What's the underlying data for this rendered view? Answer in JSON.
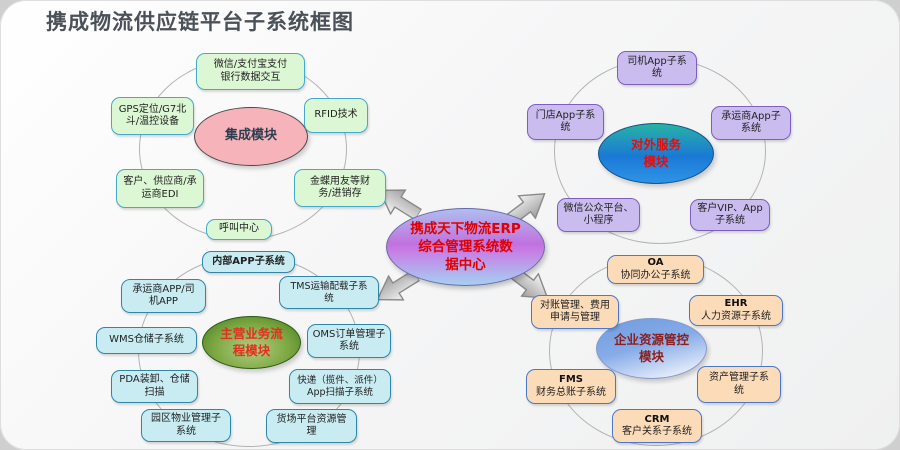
{
  "title": "携成物流供应链平台子系统框图",
  "hub": {
    "label": "携成天下物流ERP\n综合管理系统数\n据中心",
    "text_color": "#e00000"
  },
  "palette": {
    "integration_module_fill": "#f6b3b9",
    "external_module_fill": "#1b79d6",
    "business_module_fill": "#7ca742",
    "resource_module_fill": "#86abe8",
    "green_box_fill": "#dcf7d4",
    "purple_box_fill": "#cabcee",
    "cyan_box_fill": "#c8ecf2",
    "peach_box_fill": "#fcdcb8",
    "hub_gradient_mid": "#c171de"
  },
  "clusters": {
    "integration": {
      "name": "集成模块",
      "boxes": [
        {
          "label": "微信/支付宝支付\n银行数据交互"
        },
        {
          "label": "GPS定位/G7北\n斗/温控设备"
        },
        {
          "label": "RFID技术"
        },
        {
          "label": "客户、供应商/承\n运商EDI"
        },
        {
          "label": "金蝶用友等财\n务/进销存"
        },
        {
          "label": "呼叫中心"
        }
      ]
    },
    "external": {
      "name": "对外服务\n模块",
      "boxes": [
        {
          "label": "司机App子系\n统"
        },
        {
          "label": "门店App子系\n统"
        },
        {
          "label": "承运商App子\n系统"
        },
        {
          "label": "微信公众平台、\n小程序"
        },
        {
          "label": "客户VIP、App\n子系统"
        }
      ]
    },
    "business": {
      "name": "主营业务流\n程模块",
      "boxes": [
        {
          "label": "内部APP子系统"
        },
        {
          "label": "承运商APP/司\n机APP"
        },
        {
          "label": "TMS运输配载子系\n统"
        },
        {
          "label": "WMS仓储子系统"
        },
        {
          "label": "OMS订单管理子\n系统"
        },
        {
          "label": "PDA装卸、仓储\n扫描"
        },
        {
          "label": "快递（揽件、派件）\nApp扫描子系统"
        },
        {
          "label": "园区物业管理子\n系统"
        },
        {
          "label": "货场平台资源管\n理"
        }
      ]
    },
    "resource": {
      "name": "企业资源管控\n模块",
      "boxes": [
        {
          "acronym": "OA",
          "label": "协同办公子系统"
        },
        {
          "label": "对账管理、费用\n申请与管理"
        },
        {
          "acronym": "EHR",
          "label": "人力资源子系统"
        },
        {
          "acronym": "FMS",
          "label": "财务总账子系统"
        },
        {
          "label": "资产管理子系\n统"
        },
        {
          "acronym": "CRM",
          "label": "客户关系子系统"
        }
      ]
    }
  }
}
